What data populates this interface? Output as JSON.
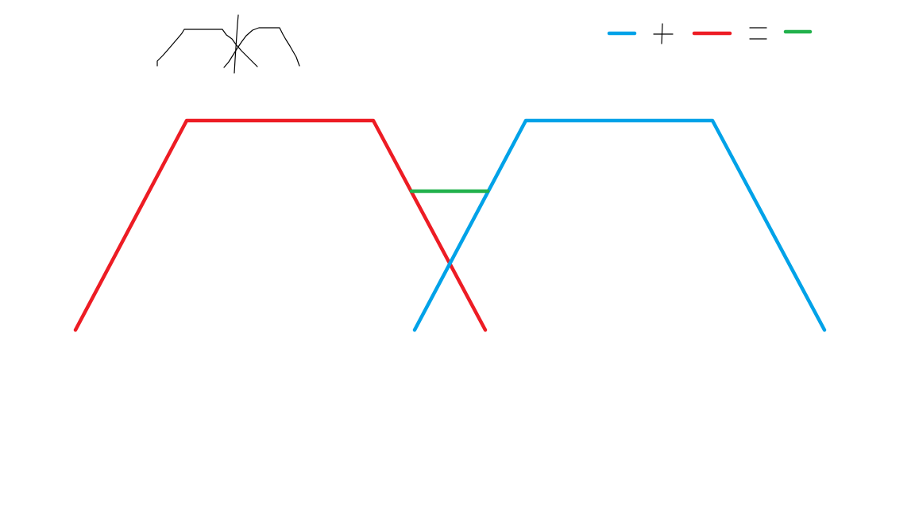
{
  "colors": {
    "background": "#ffffff",
    "set_a": "#ed1c24",
    "set_b": "#00a2e8",
    "result": "#22b14c",
    "sketch": "#000000"
  },
  "legend": {
    "items": [
      "blue-segment",
      "plus-sign",
      "red-segment",
      "equals-sign",
      "green-segment"
    ]
  }
}
